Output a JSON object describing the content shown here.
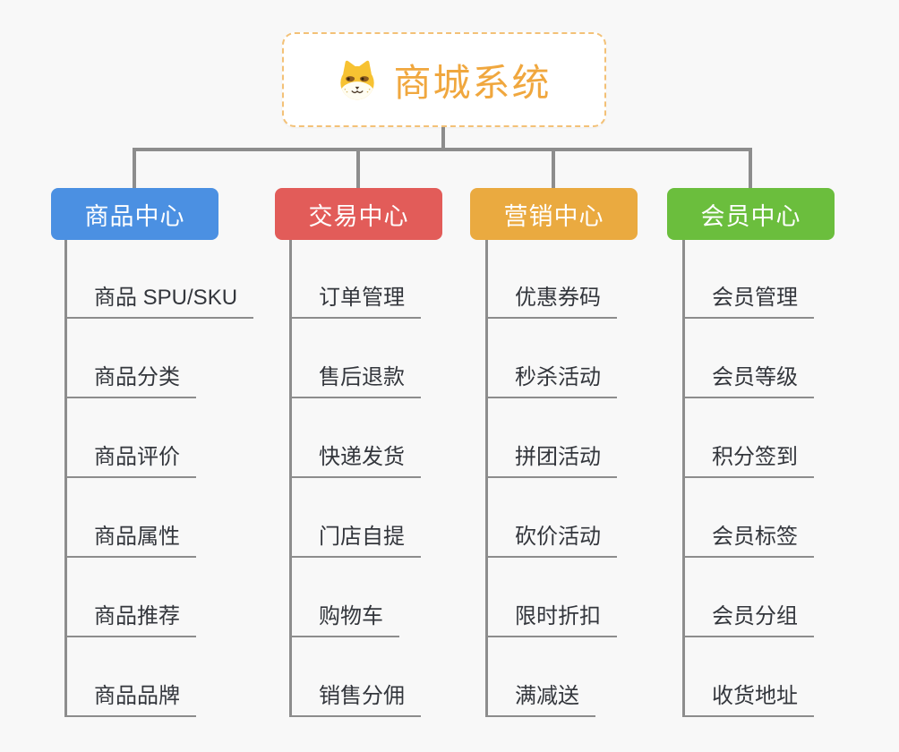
{
  "root": {
    "title": "商城系统",
    "icon": "dog-face-icon",
    "title_color": "#f0a73e",
    "border_color": "#f3c177"
  },
  "connector_color": "#8d8d8d",
  "background_color": "#f8f8f8",
  "branches": [
    {
      "label": "商品中心",
      "color": "#4b90e2",
      "items": [
        "商品 SPU/SKU",
        "商品分类",
        "商品评价",
        "商品属性",
        "商品推荐",
        "商品品牌"
      ]
    },
    {
      "label": "交易中心",
      "color": "#e25c59",
      "items": [
        "订单管理",
        "售后退款",
        "快递发货",
        "门店自提",
        "购物车",
        "销售分佣"
      ]
    },
    {
      "label": "营销中心",
      "color": "#eaaa40",
      "items": [
        "优惠券码",
        "秒杀活动",
        "拼团活动",
        "砍价活动",
        "限时折扣",
        "满减送"
      ]
    },
    {
      "label": "会员中心",
      "color": "#6bbe3d",
      "items": [
        "会员管理",
        "会员等级",
        "积分签到",
        "会员标签",
        "会员分组",
        "收货地址"
      ]
    }
  ]
}
